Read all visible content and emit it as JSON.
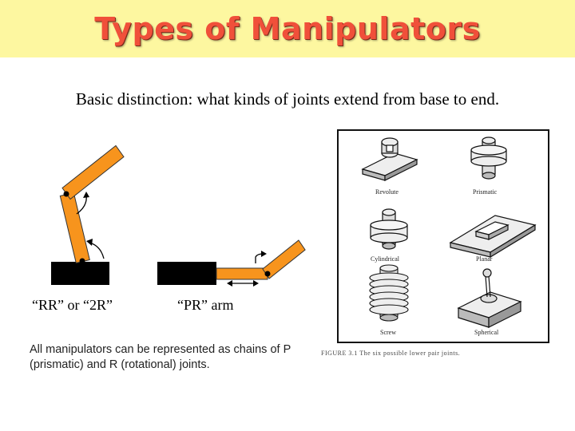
{
  "slide": {
    "title": "Types of Manipulators",
    "subtitle": "Basic distinction:  what kinds of joints extend from base to end.",
    "caption_rr": "“RR” or “2R”",
    "caption_pr": "“PR” arm",
    "note": "All manipulators can be represented as chains of P (prismatic) and R (rotational) joints."
  },
  "joint_figure": {
    "labels": {
      "revolute": "Revolute",
      "prismatic": "Prismatic",
      "cylindrical": "Cylindrical",
      "planar": "Planar",
      "screw": "Screw",
      "spherical": "Spherical"
    },
    "caption": "FIGURE 3.1   The six possible lower pair joints."
  },
  "colors": {
    "title_red": "#f0503a",
    "title_bar": "#fdf7a0",
    "link_orange": "#f7941d",
    "base_black": "#000000"
  }
}
